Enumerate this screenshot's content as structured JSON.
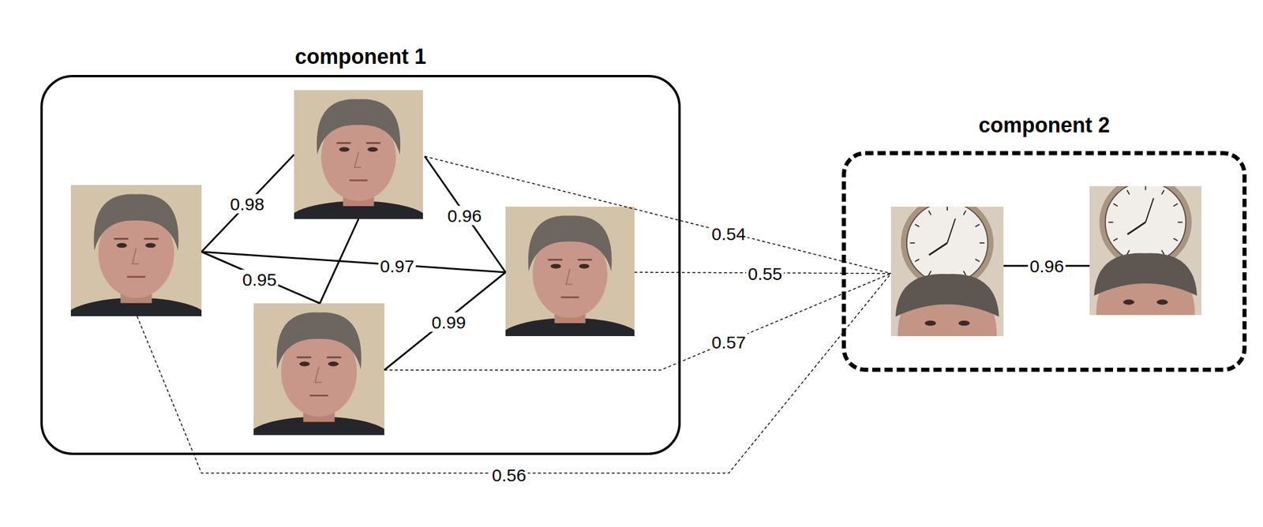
{
  "diagram": {
    "nodes": [
      {
        "text": [
          "component 1"
        ]
      },
      {
        "text": [
          "component 2"
        ]
      }
    ],
    "labels": [
      "0.98",
      "0.96",
      "0.97",
      "0.95",
      "0.99",
      "0.54",
      "0.55",
      "0.57",
      "0.56",
      "0.96"
    ]
  }
}
